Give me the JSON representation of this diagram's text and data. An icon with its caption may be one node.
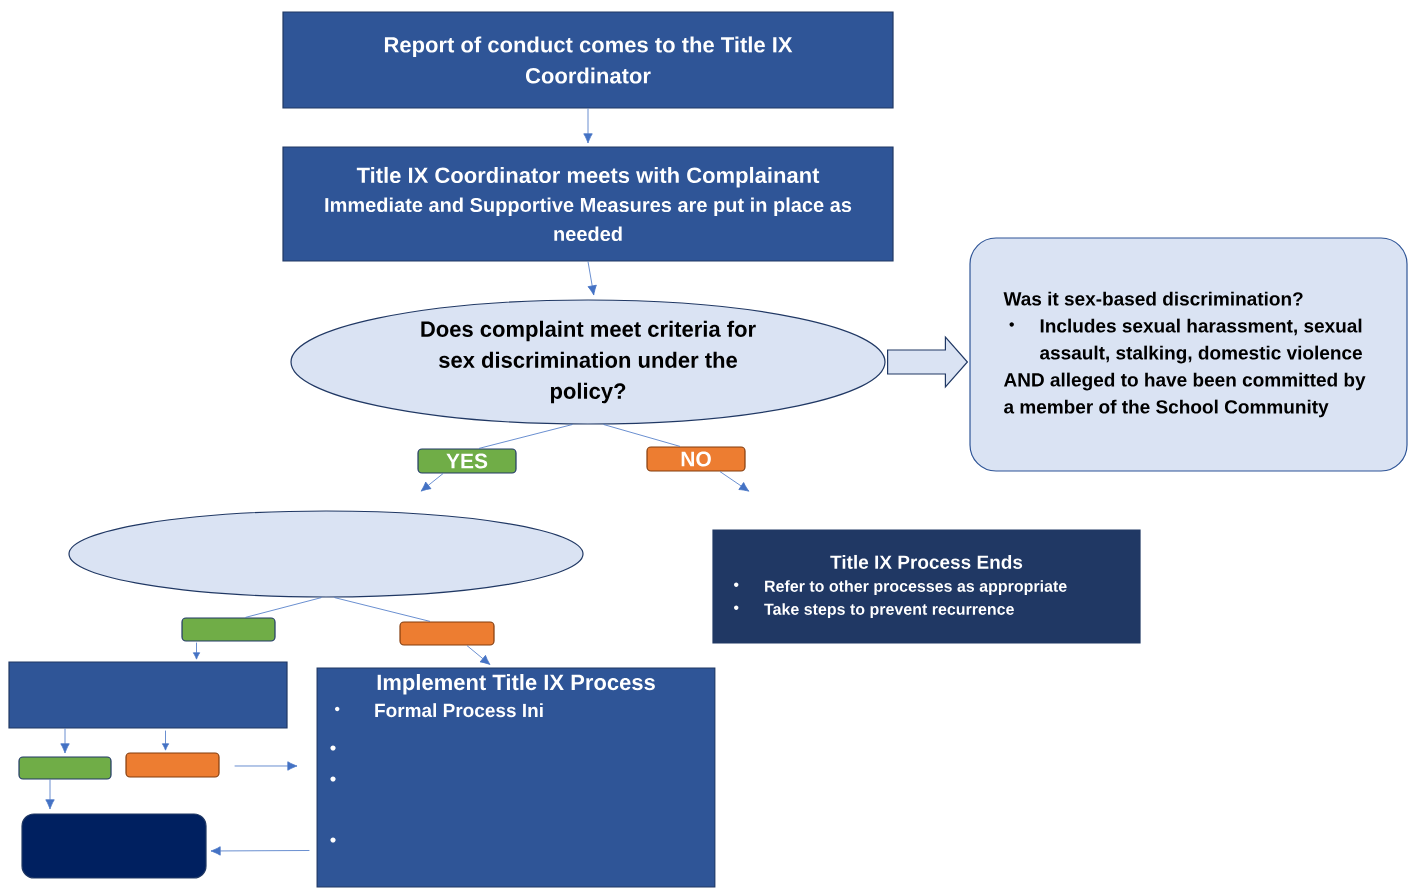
{
  "diagram": {
    "nodes": [
      {
        "text": [
          "Report of conduct comes to the Title IX Coordinator"
        ]
      },
      {
        "text": [
          "Title IX Coordinator meets with Complainant",
          "Immediate and Supportive Measures are put in place as needed"
        ]
      },
      {
        "text": [
          "Does complaint meet criteria for sex discrimination under the policy?"
        ]
      },
      {
        "text": [
          "Was it sex-based discrimination?",
          "Includes sexual harassment, sexual assault, stalking, domestic violence",
          "AND alleged to have been committed by a member of the School Community"
        ]
      },
      {
        "text": [
          "YES"
        ]
      },
      {
        "text": [
          "NO"
        ]
      },
      {
        "text": [],
        "shape": "ellipse"
      },
      {
        "text": [
          "Title IX Process Ends",
          "Refer to other processes as appropriate",
          "Take steps to prevent recurrence"
        ]
      },
      {
        "text": [],
        "shape": "box"
      },
      {
        "text": [],
        "shape": "box"
      },
      {
        "text": [],
        "shape": "box"
      },
      {
        "text": [
          "Implement Title IX Process",
          "Formal Process Ini"
        ]
      },
      {
        "text": [],
        "shape": "box"
      },
      {
        "text": [],
        "shape": "box"
      },
      {
        "text": [],
        "shape": "box"
      }
    ],
    "edges": [
      {
        "from": 0,
        "to": 1,
        "arrow": "to"
      },
      {
        "from": 1,
        "to": 2,
        "arrow": "to"
      },
      {
        "from": 2,
        "to": 3,
        "arrow": "to",
        "style": "thick"
      },
      {
        "from": 2,
        "to": 4,
        "arrow": "none"
      },
      {
        "from": 4,
        "to": null,
        "arrow": "to"
      },
      {
        "from": 2,
        "to": 5,
        "arrow": "none"
      },
      {
        "from": 5,
        "to": null,
        "arrow": "to"
      },
      {
        "from": 6,
        "to": 8,
        "arrow": "none"
      },
      {
        "from": 8,
        "to": 10,
        "arrow": "to"
      },
      {
        "from": 6,
        "to": 9,
        "arrow": "none"
      },
      {
        "from": 9,
        "to": 11,
        "arrow": "to"
      },
      {
        "from": 10,
        "to": 12,
        "arrow": "to"
      },
      {
        "from": 10,
        "to": 13,
        "arrow": "to"
      },
      {
        "from": 12,
        "to": 14,
        "arrow": "to"
      },
      {
        "from": 13,
        "to": 11,
        "arrow": "to"
      },
      {
        "from": 11,
        "to": 14,
        "arrow": "to"
      }
    ]
  }
}
